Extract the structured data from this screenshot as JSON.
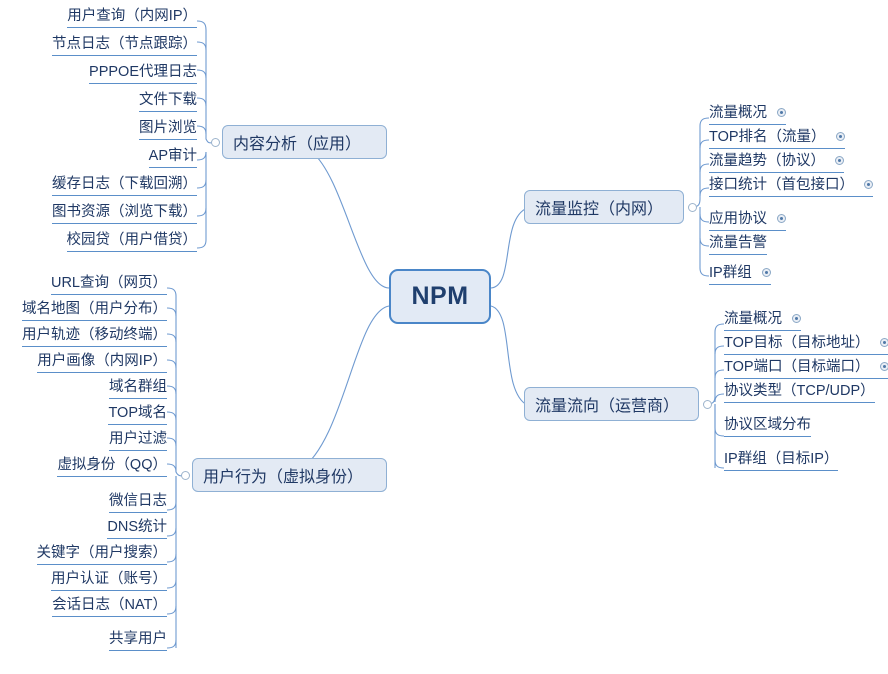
{
  "diagram": {
    "type": "mind-map",
    "title": "NPM",
    "root": {
      "label": "NPM"
    },
    "branches": [
      {
        "id": "content-analysis",
        "label": "内容分析（应用）",
        "side": "left",
        "position": "top",
        "children": [
          {
            "label": "用户查询（内网IP）",
            "expandable": false
          },
          {
            "label": "节点日志（节点跟踪）",
            "expandable": false
          },
          {
            "label": "PPPOE代理日志",
            "expandable": false
          },
          {
            "label": "文件下载",
            "expandable": false
          },
          {
            "label": "图片浏览",
            "expandable": false
          },
          {
            "label": "AP审计",
            "expandable": false
          },
          {
            "label": "缓存日志（下载回溯）",
            "expandable": false
          },
          {
            "label": "图书资源（浏览下载）",
            "expandable": false
          },
          {
            "label": "校园贷（用户借贷）",
            "expandable": false
          }
        ]
      },
      {
        "id": "user-behavior",
        "label": "用户行为（虚拟身份）",
        "side": "left",
        "position": "bottom",
        "children": [
          {
            "label": "URL查询（网页）",
            "expandable": false
          },
          {
            "label": "域名地图（用户分布）",
            "expandable": false
          },
          {
            "label": "用户轨迹（移动终端）",
            "expandable": false
          },
          {
            "label": "用户画像（内网IP）",
            "expandable": false
          },
          {
            "label": "域名群组",
            "expandable": false
          },
          {
            "label": "TOP域名",
            "expandable": false
          },
          {
            "label": "用户过滤",
            "expandable": false
          },
          {
            "label": "虚拟身份（QQ）",
            "expandable": false
          },
          {
            "label": "微信日志",
            "expandable": false
          },
          {
            "label": "DNS统计",
            "expandable": false
          },
          {
            "label": "关键字（用户搜索）",
            "expandable": false
          },
          {
            "label": "用户认证（账号）",
            "expandable": false
          },
          {
            "label": "会话日志（NAT）",
            "expandable": false
          },
          {
            "label": "共享用户",
            "expandable": false
          }
        ]
      },
      {
        "id": "traffic-monitor",
        "label": "流量监控（内网）",
        "side": "right",
        "position": "top",
        "children": [
          {
            "label": "流量概况",
            "expandable": true
          },
          {
            "label": "TOP排名（流量）",
            "expandable": true
          },
          {
            "label": "流量趋势（协议）",
            "expandable": true
          },
          {
            "label": "接口统计（首包接口）",
            "expandable": true
          },
          {
            "label": "应用协议",
            "expandable": true
          },
          {
            "label": "流量告警",
            "expandable": false
          },
          {
            "label": "IP群组",
            "expandable": true
          }
        ]
      },
      {
        "id": "traffic-flow",
        "label": "流量流向（运营商）",
        "side": "right",
        "position": "bottom",
        "children": [
          {
            "label": "流量概况",
            "expandable": true
          },
          {
            "label": "TOP目标（目标地址）",
            "expandable": true
          },
          {
            "label": "TOP端口（目标端口）",
            "expandable": true
          },
          {
            "label": "协议类型（TCP/UDP）",
            "expandable": false
          },
          {
            "label": "协议区域分布",
            "expandable": false
          },
          {
            "label": "IP群组（目标IP）",
            "expandable": false
          }
        ]
      }
    ],
    "colors": {
      "node_fill": "#e3eaf4",
      "node_border": "#8fb0d4",
      "root_border": "#4a86c8",
      "text": "#1f3864",
      "connector": "#5b8fc9",
      "background": "#ffffff"
    },
    "icons": {
      "expand_marker": "expand-circle-icon",
      "collapse_toggle": "collapse-toggle-icon"
    }
  }
}
